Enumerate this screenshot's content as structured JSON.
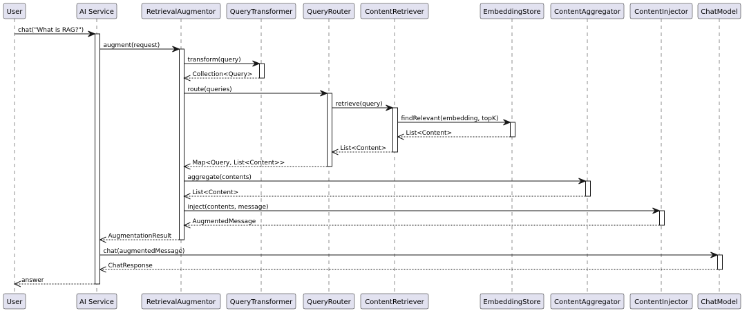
{
  "participants": [
    {
      "id": "user",
      "label": "User"
    },
    {
      "id": "ai",
      "label": "AI Service"
    },
    {
      "id": "ra",
      "label": "RetrievalAugmentor"
    },
    {
      "id": "qt",
      "label": "QueryTransformer"
    },
    {
      "id": "qr",
      "label": "QueryRouter"
    },
    {
      "id": "cr",
      "label": "ContentRetriever"
    },
    {
      "id": "es",
      "label": "EmbeddingStore"
    },
    {
      "id": "ca",
      "label": "ContentAggregator"
    },
    {
      "id": "ci",
      "label": "ContentInjector"
    },
    {
      "id": "cm",
      "label": "ChatModel"
    }
  ],
  "messages": [
    {
      "from": "user",
      "to": "ai",
      "label": "chat(\"What is RAG?\")",
      "return": false
    },
    {
      "from": "ai",
      "to": "ra",
      "label": "augment(request)",
      "return": false
    },
    {
      "from": "ra",
      "to": "qt",
      "label": "transform(query)",
      "return": false
    },
    {
      "from": "qt",
      "to": "ra",
      "label": "Collection<Query>",
      "return": true
    },
    {
      "from": "ra",
      "to": "qr",
      "label": "route(queries)",
      "return": false
    },
    {
      "from": "qr",
      "to": "cr",
      "label": "retrieve(query)",
      "return": false
    },
    {
      "from": "cr",
      "to": "es",
      "label": "findRelevant(embedding, topK)",
      "return": false
    },
    {
      "from": "es",
      "to": "cr",
      "label": "List<Content>",
      "return": true
    },
    {
      "from": "cr",
      "to": "qr",
      "label": "List<Content>",
      "return": true
    },
    {
      "from": "qr",
      "to": "ra",
      "label": "Map<Query, List<Content>>",
      "return": true
    },
    {
      "from": "ra",
      "to": "ca",
      "label": "aggregate(contents)",
      "return": false
    },
    {
      "from": "ca",
      "to": "ra",
      "label": "List<Content>",
      "return": true
    },
    {
      "from": "ra",
      "to": "ci",
      "label": "inject(contents, message)",
      "return": false
    },
    {
      "from": "ci",
      "to": "ra",
      "label": "AugmentedMessage",
      "return": true
    },
    {
      "from": "ra",
      "to": "ai",
      "label": "AugmentationResult",
      "return": true
    },
    {
      "from": "ai",
      "to": "cm",
      "label": "chat(augmentedMessage)",
      "return": false
    },
    {
      "from": "cm",
      "to": "ai",
      "label": "ChatResponse",
      "return": true
    },
    {
      "from": "ai",
      "to": "user",
      "label": "answer",
      "return": true
    }
  ],
  "activations": [
    {
      "participant": "ai",
      "from_message": 0,
      "to_message": 17
    },
    {
      "participant": "ra",
      "from_message": 1,
      "to_message": 14
    },
    {
      "participant": "qt",
      "from_message": 2,
      "to_message": 3
    },
    {
      "participant": "qr",
      "from_message": 4,
      "to_message": 9
    },
    {
      "participant": "cr",
      "from_message": 5,
      "to_message": 8
    },
    {
      "participant": "es",
      "from_message": 6,
      "to_message": 7
    },
    {
      "participant": "ca",
      "from_message": 10,
      "to_message": 11
    },
    {
      "participant": "ci",
      "from_message": 12,
      "to_message": 13
    },
    {
      "participant": "cm",
      "from_message": 15,
      "to_message": 16
    }
  ]
}
